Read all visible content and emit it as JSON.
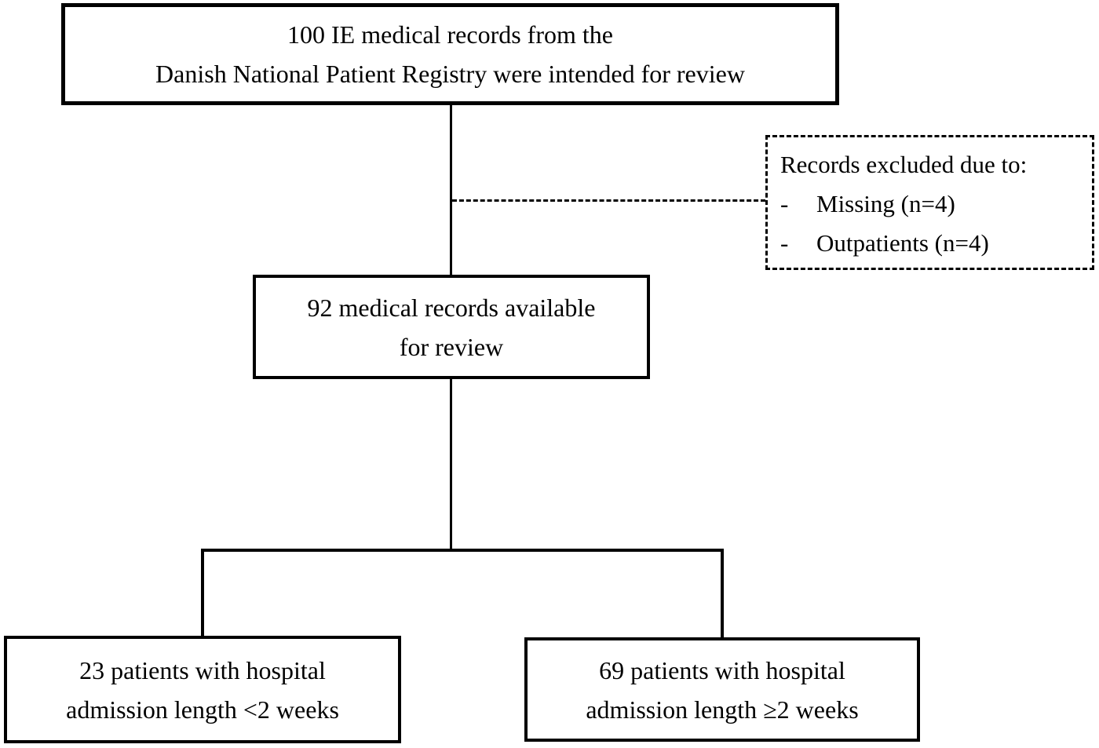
{
  "diagram": {
    "type": "flowchart",
    "colors": {
      "background": "#ffffff",
      "line": "#000000",
      "text": "#000000"
    },
    "nodes": {
      "top": {
        "lines": [
          "100 IE medical records from the",
          "Danish National Patient Registry  were intended for review"
        ]
      },
      "excluded": {
        "title": "Records excluded due to:",
        "items": [
          {
            "bullet": "-",
            "label": "Missing (n=4)"
          },
          {
            "bullet": "-",
            "label": "Outpatients (n=4)"
          }
        ]
      },
      "middle": {
        "lines": [
          "92 medical records available",
          "for review"
        ]
      },
      "branch_left": {
        "lines": [
          "23 patients with hospital",
          "admission length <2 weeks"
        ]
      },
      "branch_right": {
        "lines": [
          "69 patients with hospital",
          "admission length ≥2 weeks"
        ]
      }
    }
  }
}
